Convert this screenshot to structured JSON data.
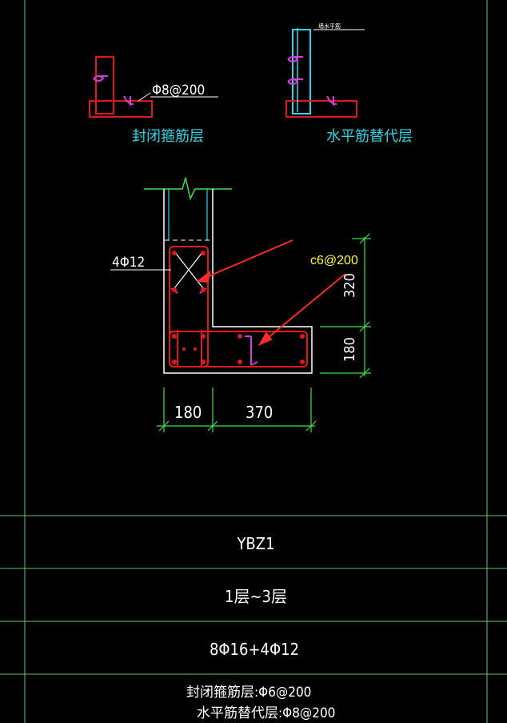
{
  "drawing": {
    "closed_stirrup_label": "封闭箍筋层",
    "horizontal_bar_label": "水平筋替代层",
    "closed_stirrup_spec": "Φ8@200",
    "tiny_note": "墙水平筋",
    "corner_bars": "4Φ12",
    "annotation": "c6@200",
    "dim_vertical_top": "320",
    "dim_vertical_bottom": "180",
    "dim_horizontal_left": "180",
    "dim_horizontal_right": "370"
  },
  "table": {
    "name": "YBZ1",
    "floors": "1层~3层",
    "rebar": "8Φ16+4Φ12",
    "stirrup_line1": "封闭箍筋层:Φ6@200",
    "stirrup_line2": "水平筋替代层:Φ8@200"
  },
  "colors": {
    "green": "#3fe04a",
    "red": "#e01818",
    "cyan": "#2fd6e6",
    "magenta": "#d63cd6",
    "white": "#ffffff",
    "yellow": "#ffff33",
    "frame": "#6fbf6f"
  }
}
